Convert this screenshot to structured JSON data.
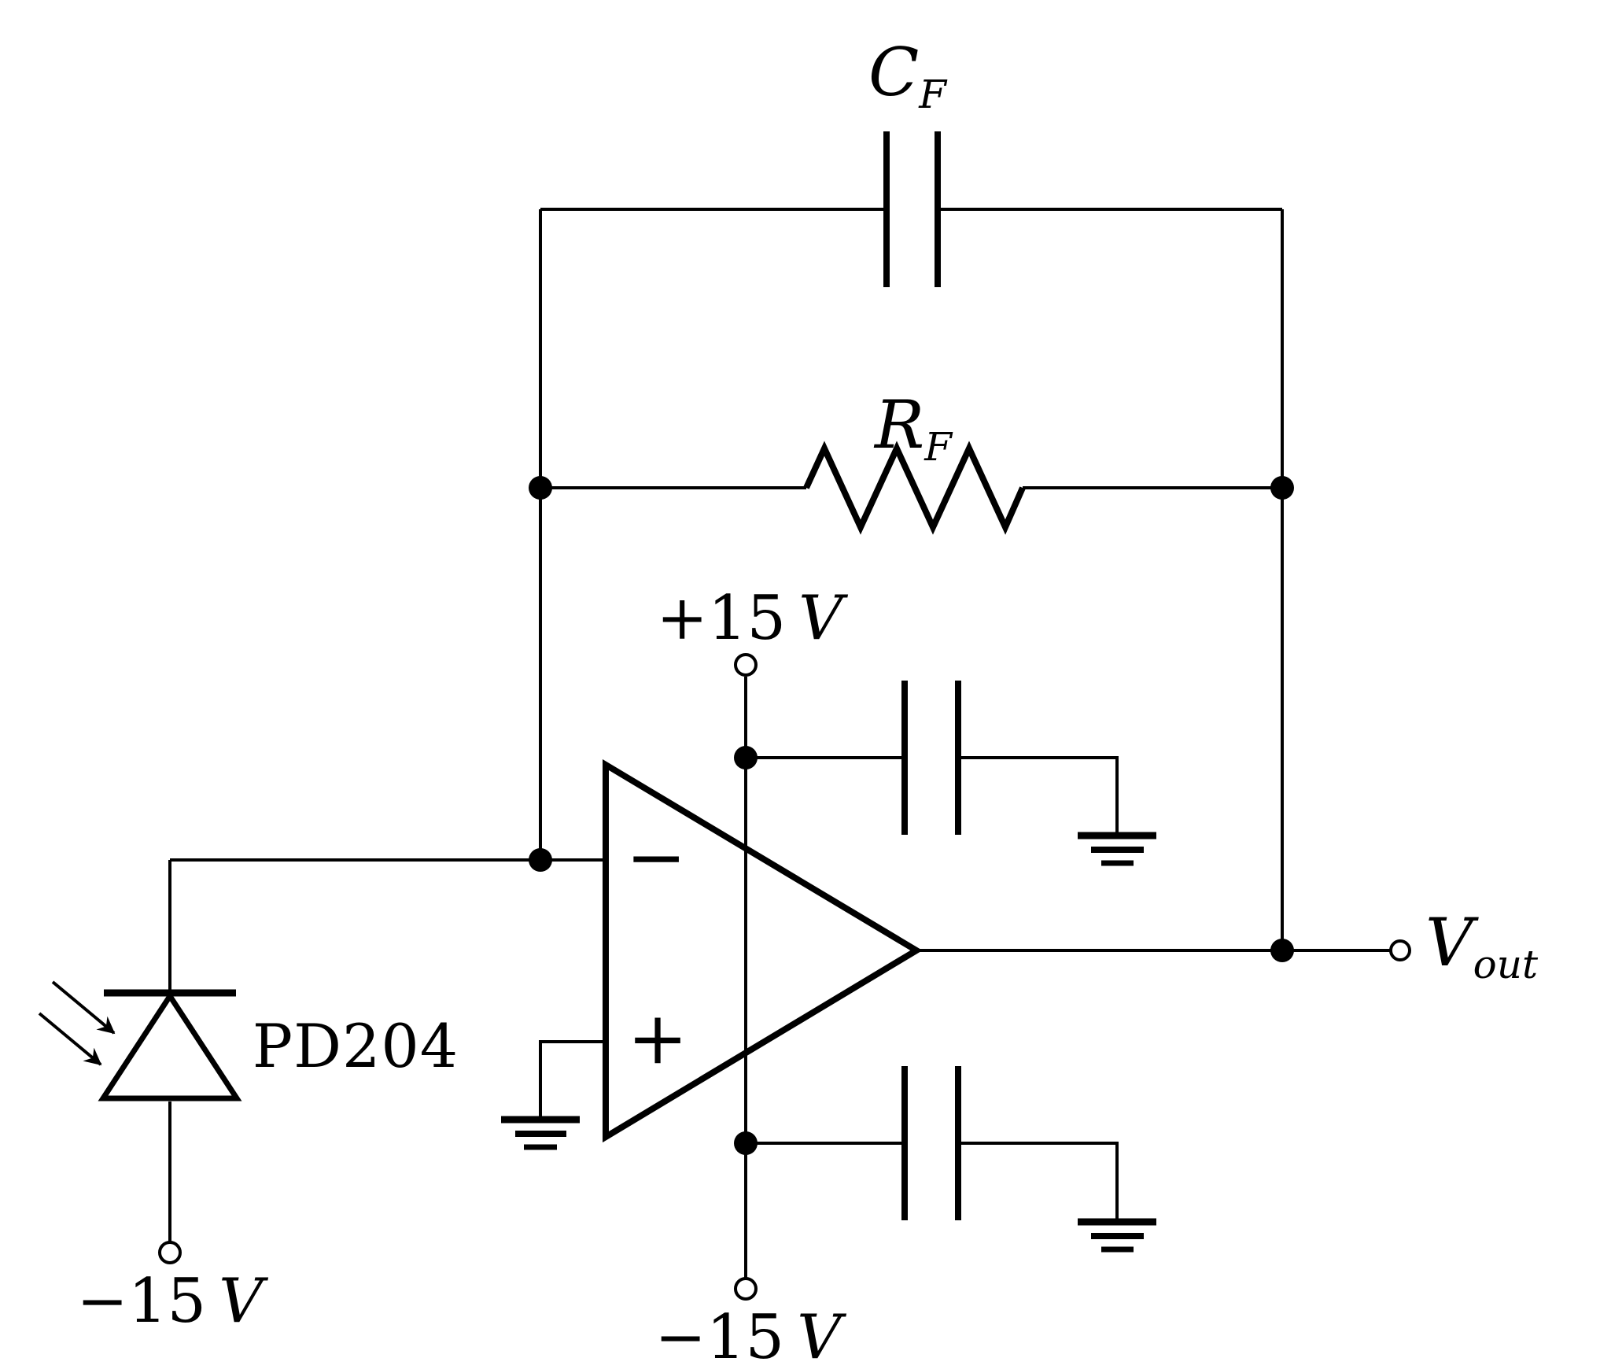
{
  "diagram": {
    "kind": "circuit-schematic",
    "description": "Transimpedance photodiode amplifier: PD204 photodiode into inverting input of an op-amp with parallel feedback capacitor CF and feedback resistor RF, grounded non-inverting input, +15 V / -15 V supplies with bypass capacitors to ground, output Vout",
    "ink_color": "#000000",
    "background_color": "#ffffff"
  },
  "labels": {
    "feedback_capacitor": {
      "symbol": "C",
      "subscript": "F"
    },
    "feedback_resistor": {
      "symbol": "R",
      "subscript": "F"
    },
    "output": {
      "symbol": "V",
      "subscript": "out"
    },
    "positive_supply": {
      "value": "+15",
      "unit": "V"
    },
    "negative_supply_opamp": {
      "value": "−15",
      "unit": "V"
    },
    "negative_supply_photodiode": {
      "value": "−15",
      "unit": "V"
    },
    "photodiode_part": "PD204",
    "opamp_inverting_sign": "−",
    "opamp_noninverting_sign": "+"
  }
}
